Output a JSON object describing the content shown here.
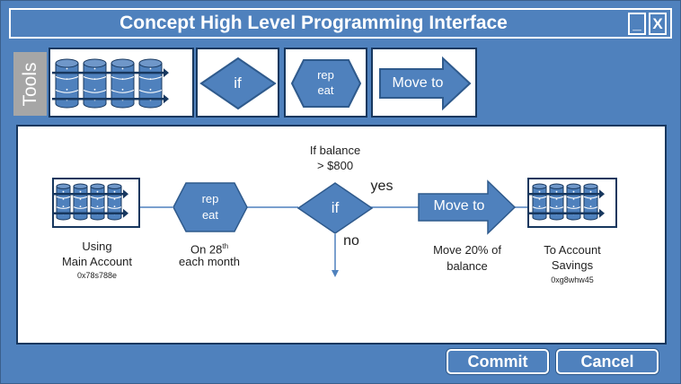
{
  "window": {
    "title": "Concept High Level Programming Interface",
    "minimize_label": "_",
    "close_label": "X"
  },
  "toolbar": {
    "tools_label": "Tools",
    "items": [
      {
        "name": "account",
        "icon": "database-icon"
      },
      {
        "name": "if",
        "label": "if"
      },
      {
        "name": "repeat",
        "label_line1": "rep",
        "label_line2": "eat"
      },
      {
        "name": "move-to",
        "label": "Move to"
      }
    ]
  },
  "flow": {
    "source_account": {
      "caption_line1": "Using",
      "caption_line2": "Main Account",
      "account_id": "0x78s788e"
    },
    "repeat_node": {
      "label_line1": "rep",
      "label_line2": "eat",
      "caption_prefix": "On 28",
      "caption_sup": "th",
      "caption_line2": "each month"
    },
    "if_node": {
      "label": "if",
      "condition_line1": "If balance",
      "condition_line2": "> $800",
      "yes_label": "yes",
      "no_label": "no"
    },
    "move_node": {
      "label": "Move to",
      "caption_line1": "Move 20% of",
      "caption_line2": "balance"
    },
    "target_account": {
      "caption_line1": "To Account",
      "caption_line2": "Savings",
      "account_id": "0xg8whw45"
    }
  },
  "actions": {
    "commit_label": "Commit",
    "cancel_label": "Cancel"
  },
  "colors": {
    "accent": "#4F81BD",
    "border_dark": "#17375E",
    "tools_tab": "#A6A6A6",
    "connector": "#4F81BD"
  }
}
